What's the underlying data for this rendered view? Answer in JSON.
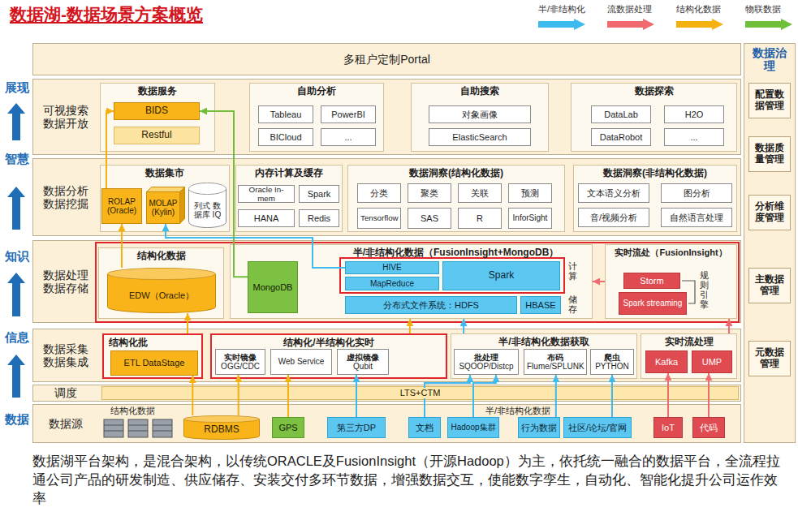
{
  "diagram": {
    "title": "数据湖-数据场景方案概览",
    "caption": "数据湖平台架构，是混合架构，以传统ORACLE及FusionInsight（开源Hadoop）为主，依托统一融合的数据平台，全流程拉通公司产品的研发制造、供应储存、安装交付多环节数据，增强数据交互，使能数字孪生，自动化、智能化提升公司运作效率",
    "nodes": [
      {
        "text": [
          "多租户定制Portal"
        ]
      },
      {
        "text": [
          "可视搜索 数据开放"
        ]
      },
      {
        "text": [
          "数据服务"
        ],
        "in": 1
      },
      {
        "text": [
          "BIDS"
        ],
        "in": 2
      },
      {
        "text": [
          "Restful"
        ],
        "in": 2
      },
      {
        "text": [
          "自助分析"
        ],
        "in": 1
      },
      {
        "text": [
          "Tableau"
        ],
        "in": 5
      },
      {
        "text": [
          "PowerBI"
        ],
        "in": 5
      },
      {
        "text": [
          "BICloud"
        ],
        "in": 5
      },
      {
        "text": [
          "..."
        ],
        "in": 5
      },
      {
        "text": [
          "自助搜索"
        ],
        "in": 1
      },
      {
        "text": [
          "对象画像"
        ],
        "in": 10
      },
      {
        "text": [
          "ElasticSearch"
        ],
        "in": 10
      },
      {
        "text": [
          "数据探索"
        ],
        "in": 1
      },
      {
        "text": [
          "DataLab"
        ],
        "in": 13
      },
      {
        "text": [
          "H2O"
        ],
        "in": 13
      },
      {
        "text": [
          "DataRobot"
        ],
        "in": 13
      },
      {
        "text": [
          "..."
        ],
        "in": 13
      },
      {
        "text": [
          "数据分析 数据挖掘"
        ]
      },
      {
        "text": [
          "数据集市"
        ],
        "in": 18
      },
      {
        "text": [
          "ROLAP (Oracle)"
        ],
        "in": 19
      },
      {
        "text": [
          "MOLAP (Kylin)"
        ],
        "in": 19
      },
      {
        "text": [
          "列式 数据库 IQ"
        ],
        "in": 19
      },
      {
        "text": [
          "内存计算及缓存"
        ],
        "in": 18
      },
      {
        "text": [
          "Oracle In-mem"
        ],
        "in": 23
      },
      {
        "text": [
          "Spark"
        ],
        "in": 23
      },
      {
        "text": [
          "HANA"
        ],
        "in": 23
      },
      {
        "text": [
          "Redis"
        ],
        "in": 23
      },
      {
        "text": [
          "数据洞察(结构化数据)"
        ],
        "in": 18
      },
      {
        "text": [
          "分类"
        ],
        "in": 28
      },
      {
        "text": [
          "聚类"
        ],
        "in": 28
      },
      {
        "text": [
          "关联"
        ],
        "in": 28
      },
      {
        "text": [
          "预测"
        ],
        "in": 28
      },
      {
        "text": [
          "Tensorflow"
        ],
        "in": 28
      },
      {
        "text": [
          "SAS"
        ],
        "in": 28
      },
      {
        "text": [
          "R"
        ],
        "in": 28
      },
      {
        "text": [
          "InforSight"
        ],
        "in": 28
      },
      {
        "text": [
          "数据洞察(非结构化数据)"
        ],
        "in": 18
      },
      {
        "text": [
          "文本语义分析"
        ],
        "in": 37
      },
      {
        "text": [
          "图分析"
        ],
        "in": 37
      },
      {
        "text": [
          "音/视频分析"
        ],
        "in": 37
      },
      {
        "text": [
          "自然语言处理"
        ],
        "in": 37
      },
      {
        "text": [
          "数据处理 数据存储"
        ]
      },
      {
        "text": [
          "结构化数据"
        ],
        "in": 42
      },
      {
        "text": [
          "EDW（Oracle）"
        ],
        "in": 43
      },
      {
        "text": [
          "半/非结构化数据（FusionInsight+MongoDB）"
        ],
        "in": 42
      },
      {
        "text": [
          "MongoDB"
        ],
        "in": 45
      },
      {
        "text": [
          "HIVE"
        ],
        "in": 45
      },
      {
        "text": [
          "MapReduce"
        ],
        "in": 45
      },
      {
        "text": [
          "Spark"
        ],
        "in": 45
      },
      {
        "text": [
          "分布式文件系统：HDFS"
        ],
        "in": 45
      },
      {
        "text": [
          "HBASE"
        ],
        "in": 45
      },
      {
        "text": [
          "实时流处（FusionInsight）"
        ],
        "in": 42
      },
      {
        "text": [
          "Storm"
        ],
        "in": 52
      },
      {
        "text": [
          "Spark streaming"
        ],
        "in": 52
      },
      {
        "text": [
          "数据采集 数据集成"
        ]
      },
      {
        "text": [
          "结构化批"
        ],
        "in": 55
      },
      {
        "text": [
          "ETL DataStage"
        ],
        "in": 56
      },
      {
        "text": [
          "结构化/半结构化实时"
        ],
        "in": 55
      },
      {
        "text": [
          "实时镜像",
          "OGG/CDC"
        ],
        "in": 58
      },
      {
        "text": [
          "Web Service"
        ],
        "in": 58
      },
      {
        "text": [
          "虚拟镜像",
          "Qubit"
        ],
        "in": 58
      },
      {
        "text": [
          "半/非结构化数据获取"
        ],
        "in": 55
      },
      {
        "text": [
          "批处理",
          "SQOOP/Distcp"
        ],
        "in": 62
      },
      {
        "text": [
          "布码",
          "Flume/SPLUNK"
        ],
        "in": 62
      },
      {
        "text": [
          "爬虫",
          "PYTHON"
        ],
        "in": 62
      },
      {
        "text": [
          "实时流处理"
        ],
        "in": 55
      },
      {
        "text": [
          "Kafka"
        ],
        "in": 66
      },
      {
        "text": [
          "UMP"
        ],
        "in": 66
      },
      {
        "text": [
          "调度"
        ]
      },
      {
        "text": [
          "LTS+CTM"
        ],
        "in": 69
      },
      {
        "text": [
          "数据源"
        ]
      },
      {
        "text": [
          "RDBMS"
        ],
        "in": 71
      },
      {
        "text": [
          "GPS"
        ],
        "in": 71
      },
      {
        "text": [
          "第三方DP"
        ],
        "in": 71
      },
      {
        "text": [
          "文档"
        ],
        "in": 71
      },
      {
        "text": [
          "Hadoop集群"
        ],
        "in": 71
      },
      {
        "text": [
          "行为数据"
        ],
        "in": 71
      },
      {
        "text": [
          "社区/论坛/官网"
        ],
        "in": 71
      },
      {
        "text": [
          "IoT"
        ],
        "in": 71
      },
      {
        "text": [
          "代码"
        ],
        "in": 71
      },
      {
        "text": [
          "数据治理"
        ]
      },
      {
        "text": [
          "配置数据管理"
        ],
        "in": 81
      },
      {
        "text": [
          "数据质量管理"
        ],
        "in": 81
      },
      {
        "text": [
          "分析维度管理"
        ],
        "in": 81
      },
      {
        "text": [
          "主数据管理"
        ],
        "in": 81
      },
      {
        "text": [
          "元数据管理"
        ],
        "in": 81
      }
    ],
    "edges": [
      {
        "from": 72,
        "to": 57,
        "arrow": "to"
      },
      {
        "from": 72,
        "to": 59,
        "arrow": "to"
      },
      {
        "from": 73,
        "to": 60,
        "arrow": "to"
      },
      {
        "from": 56,
        "to": 44,
        "arrow": "to"
      },
      {
        "from": 44,
        "to": 20,
        "arrow": "to"
      },
      {
        "from": 20,
        "to": 3,
        "arrow": "to"
      },
      {
        "from": 58,
        "to": 45,
        "arrow": "to"
      },
      {
        "from": 74,
        "to": 61,
        "arrow": "to"
      },
      {
        "from": 75,
        "to": 63,
        "arrow": "to"
      },
      {
        "from": 76,
        "to": 63,
        "arrow": "to"
      },
      {
        "from": 77,
        "to": 64,
        "arrow": "to"
      },
      {
        "from": 78,
        "to": 65,
        "arrow": "to"
      },
      {
        "from": 62,
        "to": 45,
        "arrow": "to"
      },
      {
        "from": 47,
        "to": 21,
        "arrow": "to"
      },
      {
        "from": 79,
        "to": 67,
        "arrow": "to"
      },
      {
        "from": 80,
        "to": 68,
        "arrow": "to"
      },
      {
        "from": 66,
        "to": 52,
        "arrow": "to"
      },
      {
        "from": 52,
        "to": 45,
        "arrow": "to"
      },
      {
        "from": 46,
        "to": 3,
        "arrow": "to"
      }
    ],
    "labels": [
      "展现",
      "智慧",
      "知识",
      "信息",
      "数据",
      "计算",
      "储存",
      "规则引擎",
      "结构化数据",
      "半/非结构化数据"
    ],
    "legend": [
      {
        "text": "半/非结构化",
        "color": "#3dbbee"
      },
      {
        "text": "流数据处理",
        "color": "#f06a6f"
      },
      {
        "text": "结构化数据",
        "color": "#f5b10f"
      },
      {
        "text": "物联数据",
        "color": "#6fbf3a"
      }
    ]
  }
}
